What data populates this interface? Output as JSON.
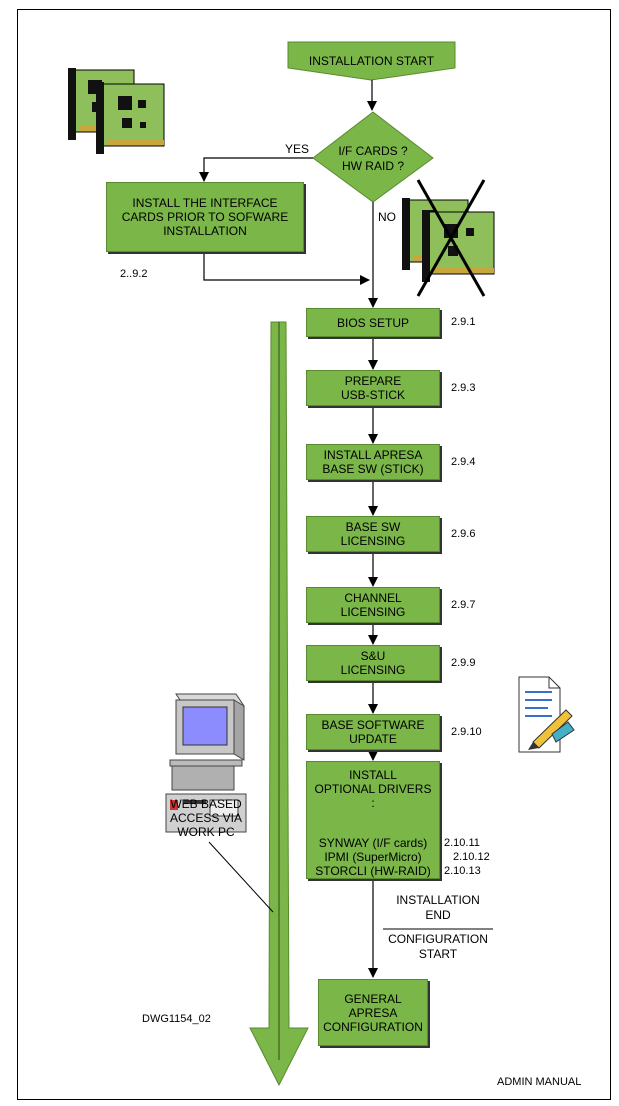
{
  "colors": {
    "box_fill": "#7ab648",
    "box_border": "#5a8a2f",
    "line": "#000000"
  },
  "start": {
    "label": "INSTALLATION START"
  },
  "decision": {
    "label": "I/F CARDS ?\nHW RAID ?",
    "yes_label": "YES",
    "no_label": "NO"
  },
  "install_cards": {
    "label": "INSTALL THE INTERFACE\nCARDS PRIOR TO SOFWARE\nINSTALLATION",
    "ref": "2..9.2"
  },
  "steps": [
    {
      "label": "BIOS SETUP",
      "ref": "2.9.1"
    },
    {
      "label": "PREPARE\nUSB-STICK",
      "ref": "2.9.3"
    },
    {
      "label": "INSTALL APRESA\nBASE SW  (STICK)",
      "ref": "2.9.4"
    },
    {
      "label": "BASE SW\nLICENSING",
      "ref": "2.9.6"
    },
    {
      "label": "CHANNEL\nLICENSING",
      "ref": "2.9.7"
    },
    {
      "label": "S&U\nLICENSING",
      "ref": "2.9.9"
    },
    {
      "label": "BASE SOFTWARE\nUPDATE",
      "ref": "2.9.10"
    }
  ],
  "drivers": {
    "label": "INSTALL\nOPTIONAL DRIVERS\n:",
    "items": [
      {
        "name": "SYNWAY (I/F cards)",
        "ref": "2.10.11"
      },
      {
        "name": "IPMI (SuperMicro)",
        "ref": "2.10.12"
      },
      {
        "name": "STORCLI (HW-RAID)",
        "ref": "2.10.13"
      }
    ]
  },
  "transition": {
    "top": "INSTALLATION\nEND",
    "bottom": "CONFIGURATION\nSTART"
  },
  "final_step": {
    "label": "GENERAL\nAPRESA\nCONFIGURATION"
  },
  "web_access": {
    "label": "WEB BASED\nACCESS VIA\nWORK PC"
  },
  "drawing_id": "DWG1154_02",
  "admin_manual": "ADMIN MANUAL"
}
